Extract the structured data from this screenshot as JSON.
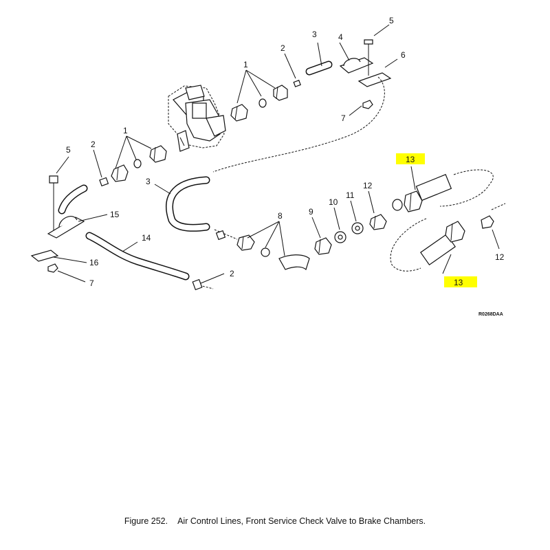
{
  "figure": {
    "number_label": "Figure  252.",
    "title": "Air Control Lines, Front Service Check Valve to Brake Chambers.",
    "drawing_code": "R0268DAA",
    "highlight_color": "#ffff00"
  },
  "callouts": {
    "c1a": "1",
    "c1b": "1",
    "c2a": "2",
    "c2b": "2",
    "c2c": "2",
    "c3a": "3",
    "c3b": "3",
    "c4": "4",
    "c5a": "5",
    "c5b": "5",
    "c6": "6",
    "c7a": "7",
    "c7b": "7",
    "c8": "8",
    "c9": "9",
    "c10": "10",
    "c11": "11",
    "c12a": "12",
    "c12b": "12",
    "c13a": "13",
    "c13b": "13",
    "c14": "14",
    "c15": "15",
    "c16": "16"
  }
}
